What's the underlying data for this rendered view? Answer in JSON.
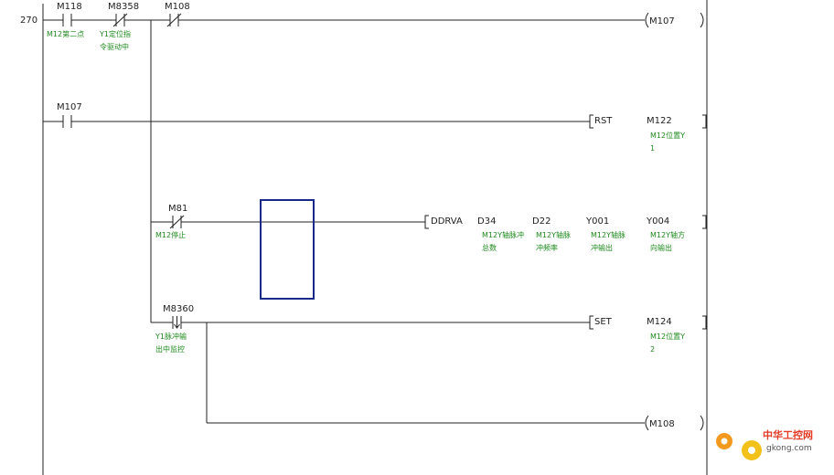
{
  "diagram": {
    "step_number": "270",
    "rung1": {
      "contact1": {
        "label": "M118",
        "comment": "M12第二点"
      },
      "contact2": {
        "label": "M8358",
        "comment1": "Y1定位指",
        "comment2": "令驱动中"
      },
      "contact3": {
        "label": "M108"
      },
      "coil": {
        "label": "M107"
      }
    },
    "rung2": {
      "contact": {
        "label": "M107"
      },
      "instr": {
        "op": "RST",
        "operand": "M122",
        "comment1": "M12位置Y",
        "comment2": "1"
      }
    },
    "rung3": {
      "contact": {
        "label": "M81",
        "comment": "M12停止"
      },
      "instr": {
        "op": "DDRVA",
        "operands": [
          {
            "name": "D34",
            "comment1": "M12Y轴脉冲",
            "comment2": "总数"
          },
          {
            "name": "D22",
            "comment1": "M12Y轴脉",
            "comment2": "冲频率"
          },
          {
            "name": "Y001",
            "comment1": "M12Y轴脉",
            "comment2": "冲输出"
          },
          {
            "name": "Y004",
            "comment1": "M12Y轴方",
            "comment2": "向输出"
          }
        ]
      }
    },
    "rung4": {
      "contact": {
        "label": "M8360",
        "comment1": "Y1脉冲输",
        "comment2": "出中监控"
      },
      "instr": {
        "op": "SET",
        "operand": "M124",
        "comment1": "M12位置Y",
        "comment2": "2"
      }
    },
    "rung5": {
      "coil": {
        "label": "M108"
      }
    },
    "watermark": {
      "cn": "中华工控网",
      "url": "gkong.com"
    },
    "colors": {
      "wire": "#222222",
      "comment": "#1f8a1f",
      "selection": "#1a2a8a",
      "watermark": "#e23a25"
    }
  }
}
